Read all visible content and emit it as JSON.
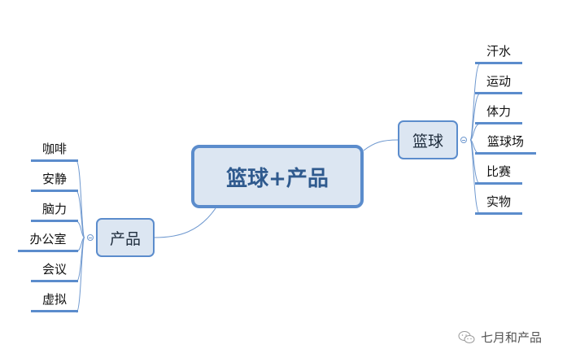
{
  "root": {
    "label": "篮球+产品"
  },
  "branches": {
    "right": {
      "label": "篮球",
      "children": [
        "汗水",
        "运动",
        "体力",
        "篮球场",
        "比赛",
        "实物"
      ]
    },
    "left": {
      "label": "产品",
      "children": [
        "咖啡",
        "安静",
        "脑力",
        "办公室",
        "会议",
        "虚拟"
      ]
    }
  },
  "watermark": {
    "icon": "wechat-icon",
    "label": "七月和产品"
  },
  "colors": {
    "node_fill": "#dce6f2",
    "node_border": "#5b8ccc",
    "root_text": "#2f5a8e",
    "line": "#5b8ccc"
  }
}
